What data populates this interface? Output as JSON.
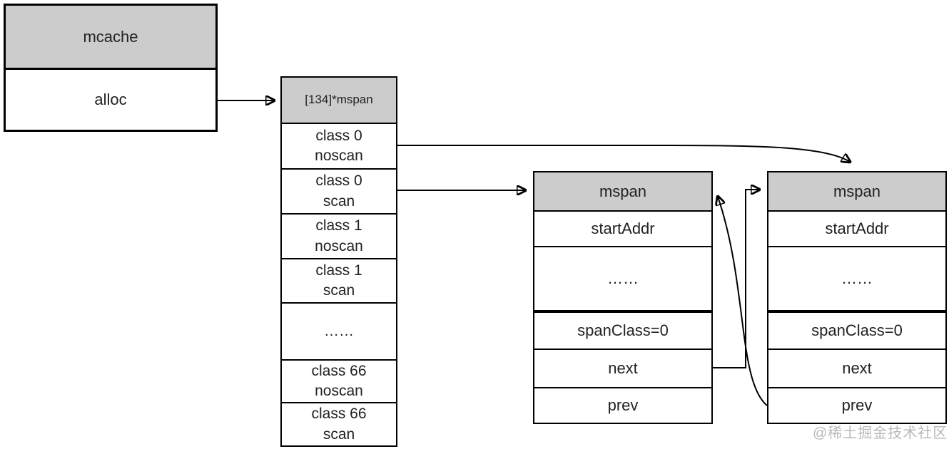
{
  "mcache": {
    "title": "mcache",
    "field_alloc": "alloc"
  },
  "span_array": {
    "title": "[134]*mspan",
    "cells": [
      "class 0\nnoscan",
      "class 0\nscan",
      "class 1\nnoscan",
      "class 1\nscan",
      "……",
      "class 66\nnoscan",
      "class 66\nscan"
    ]
  },
  "mspan_left": {
    "title": "mspan",
    "fields": {
      "start_addr": "startAddr",
      "dots": "……",
      "span_class": "spanClass=0",
      "next": "next",
      "prev": "prev"
    }
  },
  "mspan_right": {
    "title": "mspan",
    "fields": {
      "start_addr": "startAddr",
      "dots": "……",
      "span_class": "spanClass=0",
      "next": "next",
      "prev": "prev"
    }
  },
  "watermark": "@稀土掘金技术社区",
  "colors": {
    "header_fill": "#cccccc",
    "border": "#000000",
    "text": "#222222",
    "watermark": "#b9b9b9",
    "background": "#ffffff"
  }
}
